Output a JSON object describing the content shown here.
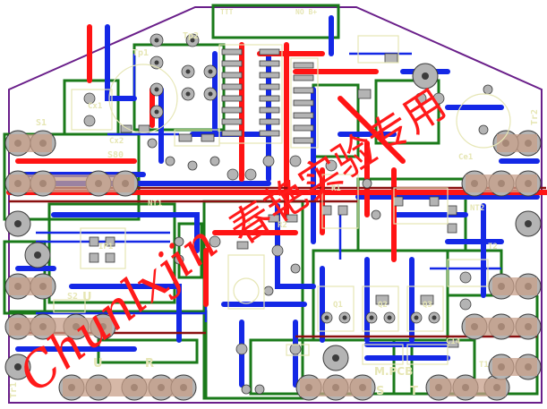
{
  "colors": {
    "board": "#ffffff",
    "outline": "#6a1f8a",
    "top_copper": "#ff1414",
    "bottom_copper": "#1428e6",
    "ground_fill": "#1a7a1a",
    "silkscreen": "#e6e6b4",
    "pad": "#b4b4b4",
    "pad_hole": "#3c3c3c",
    "watermark": "#ff1a1a",
    "dark_trace": "#8a1010"
  },
  "labels": {
    "tp1": "Tp1",
    "tp2": "Tp2",
    "s1": "S1",
    "s2": "S2",
    "cx1": "Cx1",
    "cx2": "Cx2",
    "s80": "S80",
    "r1": "R1",
    "r2": "R2",
    "d1": "D1",
    "q1": "Q1",
    "q2": "Q2",
    "q3": "Q3",
    "ip1": "IP1",
    "c14": "C14",
    "nt1": "NT1",
    "nt2": "NT2",
    "t1": "T1",
    "t2": "T2",
    "tr1": "Tr1",
    "tr2": "Tr2",
    "u_left": "U",
    "u_bottom": "U",
    "r_bottom": "R",
    "s_bottom": "S",
    "t_bottom": "T",
    "m_pcb": "M.PCB",
    "ce1": "Ce1",
    "header_left": "TTT",
    "header_right": "NO B+"
  },
  "watermark": {
    "latin": "Chunlxjin",
    "hanzi": "春艳实验专用"
  }
}
